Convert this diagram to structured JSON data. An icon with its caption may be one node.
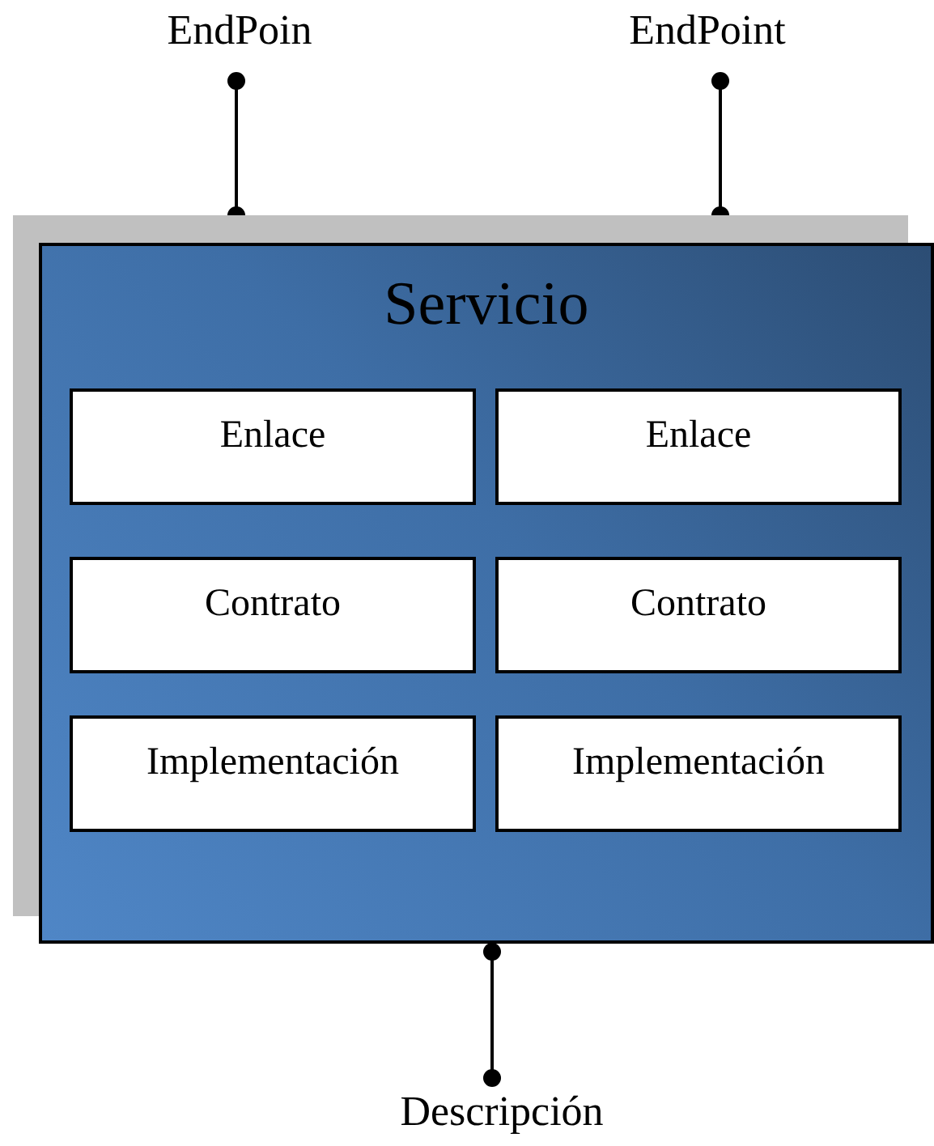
{
  "diagram": {
    "nodes": [
      {
        "text": [
          "EndPoin"
        ]
      },
      {
        "text": [
          "EndPoint"
        ]
      },
      {
        "text": [
          "Servicio"
        ]
      },
      {
        "text": [
          "Enlace"
        ],
        "in": 2
      },
      {
        "text": [
          "Enlace"
        ],
        "in": 2
      },
      {
        "text": [
          "Contrato"
        ],
        "in": 2
      },
      {
        "text": [
          "Contrato"
        ],
        "in": 2
      },
      {
        "text": [
          "Implementación"
        ],
        "in": 2
      },
      {
        "text": [
          "Implementación"
        ],
        "in": 2
      },
      {
        "text": [
          "Descripción"
        ]
      }
    ],
    "edges": [
      {
        "from": 0,
        "to": 2,
        "arrow": "other"
      },
      {
        "from": 1,
        "to": 2,
        "arrow": "other"
      },
      {
        "from": 2,
        "to": 9,
        "arrow": "other"
      }
    ]
  }
}
